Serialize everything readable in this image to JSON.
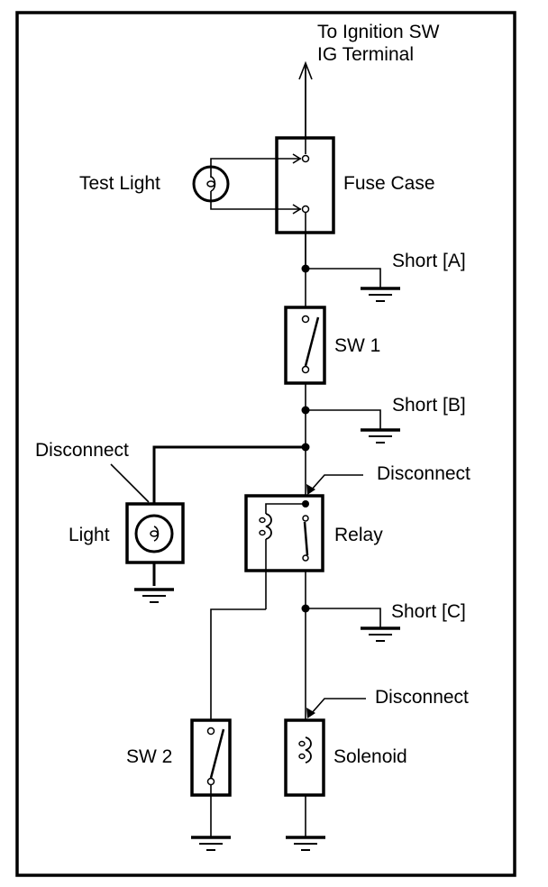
{
  "diagram": {
    "type": "electrical-circuit",
    "colors": {
      "line": "#000000",
      "background": "#ffffff"
    },
    "labels": {
      "ignition_line1": "To Ignition SW",
      "ignition_line2": "IG Terminal",
      "test_light": "Test Light",
      "fuse_case": "Fuse Case",
      "short_a": "Short [A]",
      "sw1": "SW 1",
      "short_b": "Short [B]",
      "disconnect_light": "Disconnect",
      "disconnect_relay": "Disconnect",
      "light": "Light",
      "relay": "Relay",
      "short_c": "Short [C]",
      "disconnect_solenoid": "Disconnect",
      "sw2": "SW 2",
      "solenoid": "Solenoid"
    },
    "components": [
      {
        "id": "fuse-case",
        "kind": "fuse-holder"
      },
      {
        "id": "test-light",
        "kind": "lamp"
      },
      {
        "id": "sw1",
        "kind": "switch"
      },
      {
        "id": "light",
        "kind": "lamp"
      },
      {
        "id": "relay",
        "kind": "relay"
      },
      {
        "id": "sw2",
        "kind": "switch"
      },
      {
        "id": "solenoid",
        "kind": "coil"
      }
    ],
    "shorts": [
      "A",
      "B",
      "C"
    ]
  }
}
